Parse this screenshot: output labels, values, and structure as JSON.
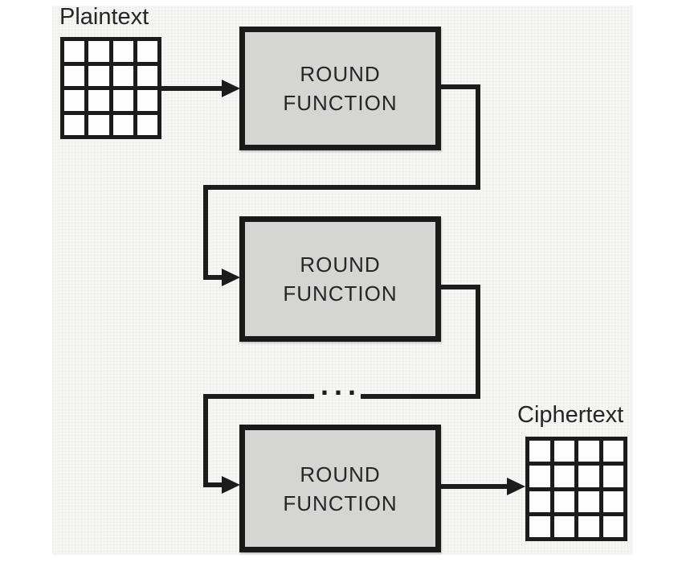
{
  "labels": {
    "plaintext": "Plaintext",
    "ciphertext": "Ciphertext",
    "ellipsis": "..."
  },
  "rounds": [
    {
      "line1": "ROUND",
      "line2": "FUNCTION"
    },
    {
      "line1": "ROUND",
      "line2": "FUNCTION"
    },
    {
      "line1": "ROUND",
      "line2": "FUNCTION"
    }
  ],
  "grids": {
    "plaintext": {
      "rows": 4,
      "cols": 4
    },
    "ciphertext": {
      "rows": 4,
      "cols": 4
    }
  },
  "colors": {
    "line_color": "#1c1c1c",
    "box_fill": "#d5d5d4",
    "box_border": "#1a1a1a",
    "cell_fill": "#fdfdfd",
    "scan_bg": "#f6f6f5",
    "text_color": "#262626"
  }
}
